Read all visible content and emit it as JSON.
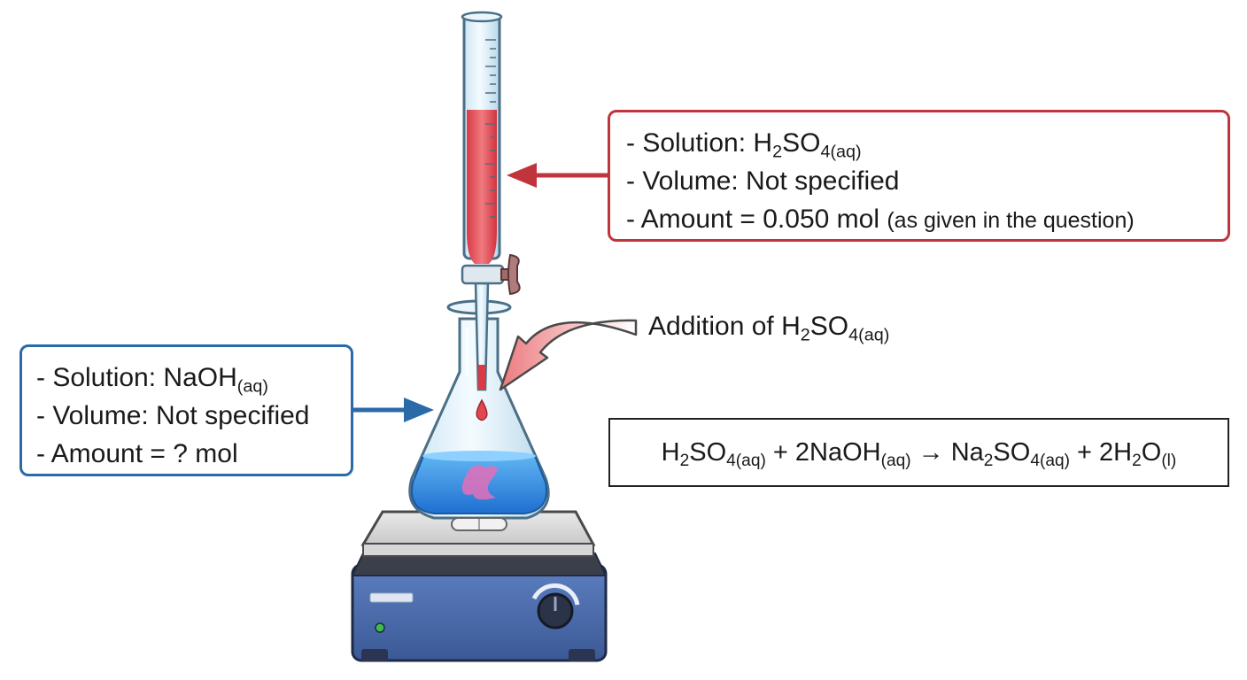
{
  "burette_box": {
    "solution_prefix": "- Solution: H",
    "solution_sub1": "2",
    "solution_mid": "SO",
    "solution_sub2": "4(aq)",
    "volume_line": "- Volume: Not specified",
    "amount_line": "- Amount = 0.050 mol",
    "amount_note": "(as given in the question)",
    "border_color": "#c0343c"
  },
  "flask_box": {
    "solution_prefix": "- Solution: NaOH",
    "solution_sub": "(aq)",
    "volume_line": "- Volume: Not specified",
    "amount_line": "- Amount = ? mol",
    "border_color": "#2a6aa9"
  },
  "addition_label": {
    "prefix": "Addition of H",
    "sub1": "2",
    "mid": "SO",
    "sub2": "4(aq)"
  },
  "equation": {
    "h": "H",
    "s2": "2",
    "so": "SO",
    "s4aq": "4(aq)",
    "plus1": " + 2NaOH",
    "saq": "(aq)",
    "arrow": " → Na",
    "s2b": "2",
    "so2": "SO",
    "s4aq2": "4(aq)",
    "plus2": " + 2H",
    "s2c": "2",
    "o": "O",
    "sl": "(l)"
  },
  "icons": [
    "burette-icon",
    "stopcock-icon",
    "erlenmeyer-flask-icon",
    "stir-bar-icon",
    "hot-plate-stirrer-icon",
    "control-knob-icon",
    "power-led-icon"
  ],
  "colors": {
    "acid_red": "#e0474f",
    "base_blue": "#2f8fe0",
    "pink_swirl": "#e46fb8",
    "stirrer_blue": "#4a6aa8"
  }
}
